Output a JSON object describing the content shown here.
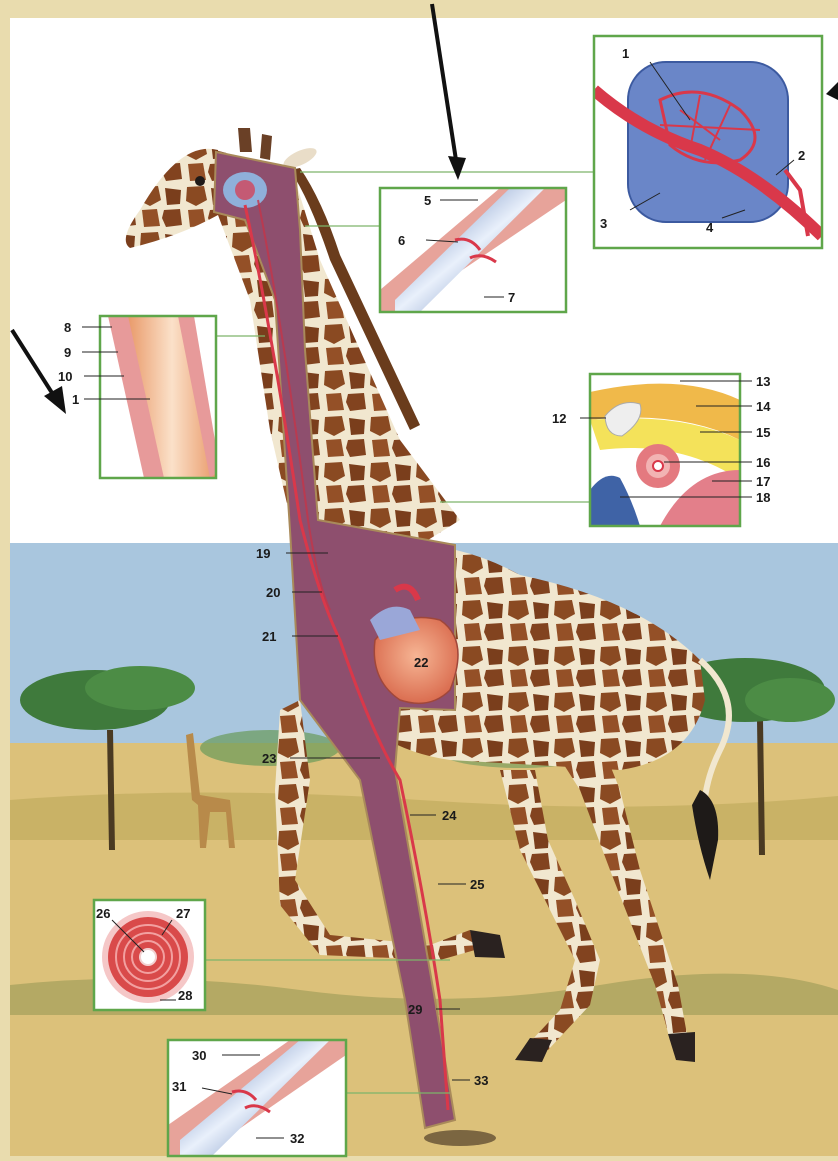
{
  "labels": {
    "l1": "1",
    "l2": "2",
    "l3": "3",
    "l4": "4",
    "l5": "5",
    "l6": "6",
    "l7": "7",
    "l8": "8",
    "l9": "9",
    "l10": "10",
    "l11": "1",
    "l12": "12",
    "l13": "13",
    "l14": "14",
    "l15": "15",
    "l16": "16",
    "l17": "17",
    "l18": "18",
    "l19": "19",
    "l20": "20",
    "l21": "21",
    "l22": "22",
    "l23": "23",
    "l24": "24",
    "l25": "25",
    "l26": "26",
    "l27": "27",
    "l28": "28",
    "l29": "29",
    "l30": "30",
    "l31": "31",
    "l32": "32",
    "l33": "33"
  },
  "colors": {
    "page_border": "#e9dcae",
    "sky": "#a9c6de",
    "ground": "#dcc17a",
    "inset_frame": "#5fa64a",
    "giraffe_spot": "#8a4a22",
    "giraffe_coat": "#f1e7cf",
    "cutaway": "#8e4f6e",
    "artery": "#d9384a",
    "vein": "#5c7fb8",
    "heart": "#e98a6a"
  },
  "icons": [
    "arrow-top-icon",
    "arrow-left-icon",
    "arrow-top-right-icon"
  ]
}
